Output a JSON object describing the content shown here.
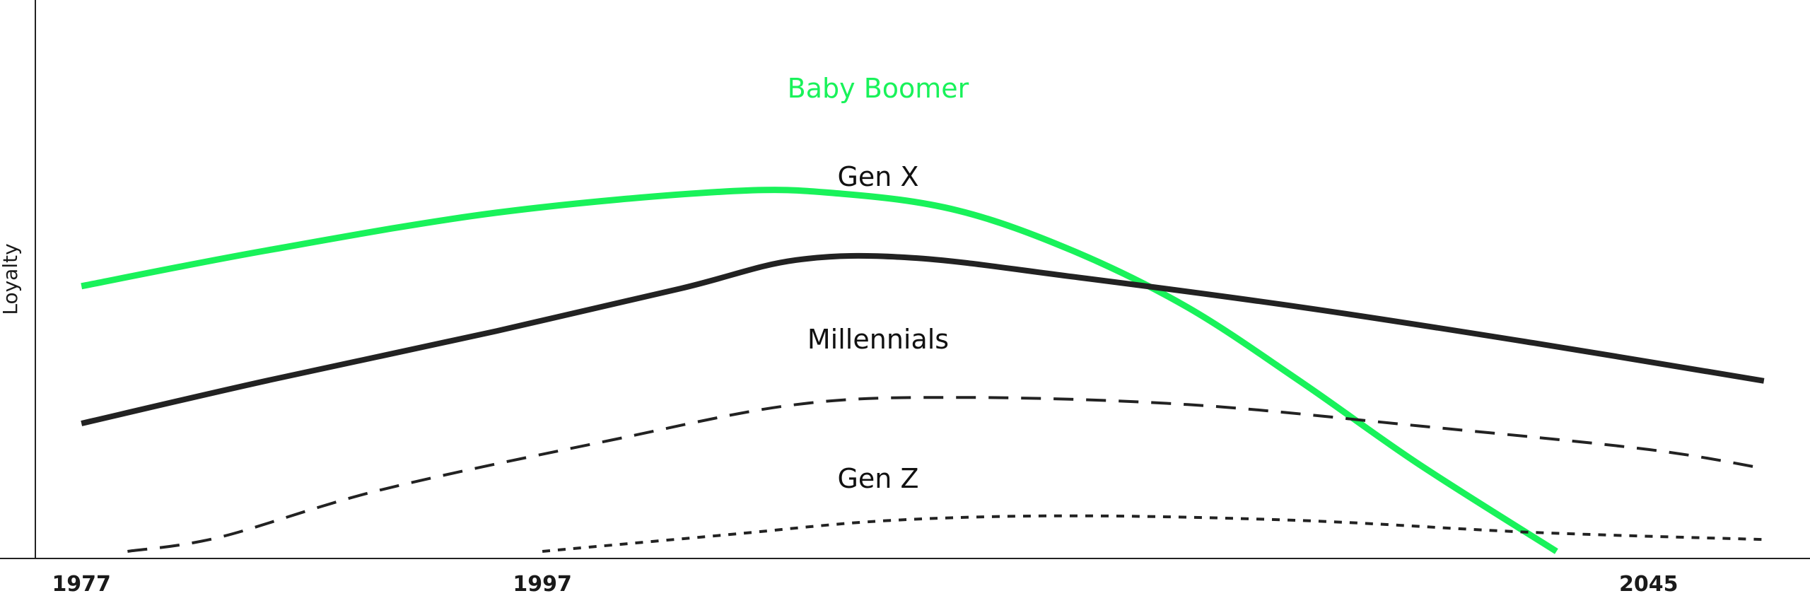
{
  "chart_data": {
    "type": "line",
    "ylabel": "Loyalty",
    "xlabel": "",
    "xlim": [
      1975,
      2052
    ],
    "ylim": [
      0,
      100
    ],
    "x_ticks": [
      {
        "value": 1977,
        "label": "1977"
      },
      {
        "value": 1997,
        "label": "1997"
      },
      {
        "value": 2045,
        "label": "2045"
      }
    ],
    "grid": false,
    "legend": "inline labels above curves",
    "series": [
      {
        "name": "Baby Boomer",
        "color": "#19f25a",
        "style": "solid",
        "points": [
          [
            1977,
            57.5
          ],
          [
            1985,
            65
          ],
          [
            1995,
            73
          ],
          [
            2005,
            77.5
          ],
          [
            2010,
            77
          ],
          [
            2015,
            73.5
          ],
          [
            2020,
            65
          ],
          [
            2025,
            53
          ],
          [
            2030,
            37
          ],
          [
            2035,
            20
          ],
          [
            2041,
            1.5
          ]
        ]
      },
      {
        "name": "Gen X",
        "color": "#222222",
        "style": "solid",
        "points": [
          [
            1977,
            28.5
          ],
          [
            1985,
            37.5
          ],
          [
            1995,
            48
          ],
          [
            2003,
            57
          ],
          [
            2008,
            63
          ],
          [
            2013,
            63.5
          ],
          [
            2020,
            59.5
          ],
          [
            2030,
            53
          ],
          [
            2040,
            45.5
          ],
          [
            2050,
            37.5
          ]
        ]
      },
      {
        "name": "Millennials",
        "color": "#222222",
        "style": "dashed",
        "points": [
          [
            1979,
            1.5
          ],
          [
            1983,
            4.5
          ],
          [
            1990,
            14.5
          ],
          [
            2000,
            25
          ],
          [
            2008,
            32.5
          ],
          [
            2015,
            34
          ],
          [
            2025,
            32.5
          ],
          [
            2035,
            28
          ],
          [
            2045,
            23
          ],
          [
            2050,
            19
          ]
        ]
      },
      {
        "name": "Gen Z",
        "color": "#222222",
        "style": "dotted",
        "points": [
          [
            1997,
            1.5
          ],
          [
            2005,
            5
          ],
          [
            2012,
            8
          ],
          [
            2020,
            9
          ],
          [
            2030,
            8
          ],
          [
            2040,
            5.5
          ],
          [
            2050,
            4
          ]
        ]
      }
    ]
  }
}
